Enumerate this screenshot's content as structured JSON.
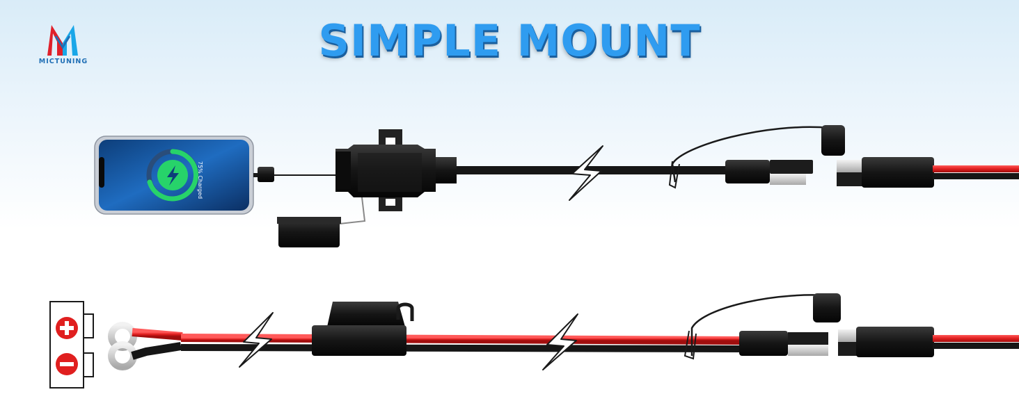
{
  "brand": {
    "name": "MICTUNING",
    "colors": {
      "red": "#e0202a",
      "blue": "#1aa7e8"
    }
  },
  "header": {
    "title": "SIMPLE MOUNT",
    "title_color": "#2f9cf0"
  },
  "phone": {
    "charge_status": "75% Charged",
    "ring_color": "#27d36a"
  },
  "battery": {
    "positive_symbol": "+",
    "negative_symbol": "−"
  },
  "colors": {
    "wire_red": "#e01f1f",
    "wire_black": "#161616",
    "connector": "#1c1c1c",
    "terminal": "#d6d6d6"
  },
  "icons": [
    "lightning-icon",
    "charging-bolt-icon",
    "plus-icon",
    "minus-icon",
    "brand-logo-icon"
  ]
}
